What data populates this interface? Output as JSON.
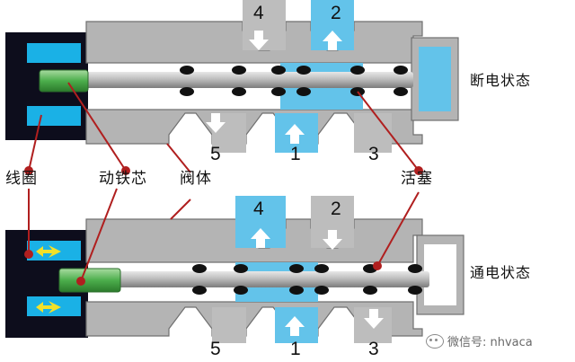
{
  "states": {
    "off": "断电状态",
    "on": "通电状态"
  },
  "ports": {
    "top_row_1": [
      "4",
      "2"
    ],
    "bottom_row_1": [
      "5",
      "1",
      "3"
    ],
    "top_row_2": [
      "4",
      "2"
    ],
    "bottom_row_2": [
      "5",
      "1",
      "3"
    ]
  },
  "callouts": {
    "coil": "线圈",
    "armature": "动铁芯",
    "valve_body": "阀体",
    "piston": "活塞"
  },
  "watermark": "微信号: nhvaca",
  "colors": {
    "body_gray": "#b4b4b4",
    "air_blue": "#63c3ea",
    "coil_black": "#0d0d1c",
    "coil_blue": "#1ab1e6",
    "armature_green": "#4cae4c",
    "leader_red": "#b01f1f"
  }
}
